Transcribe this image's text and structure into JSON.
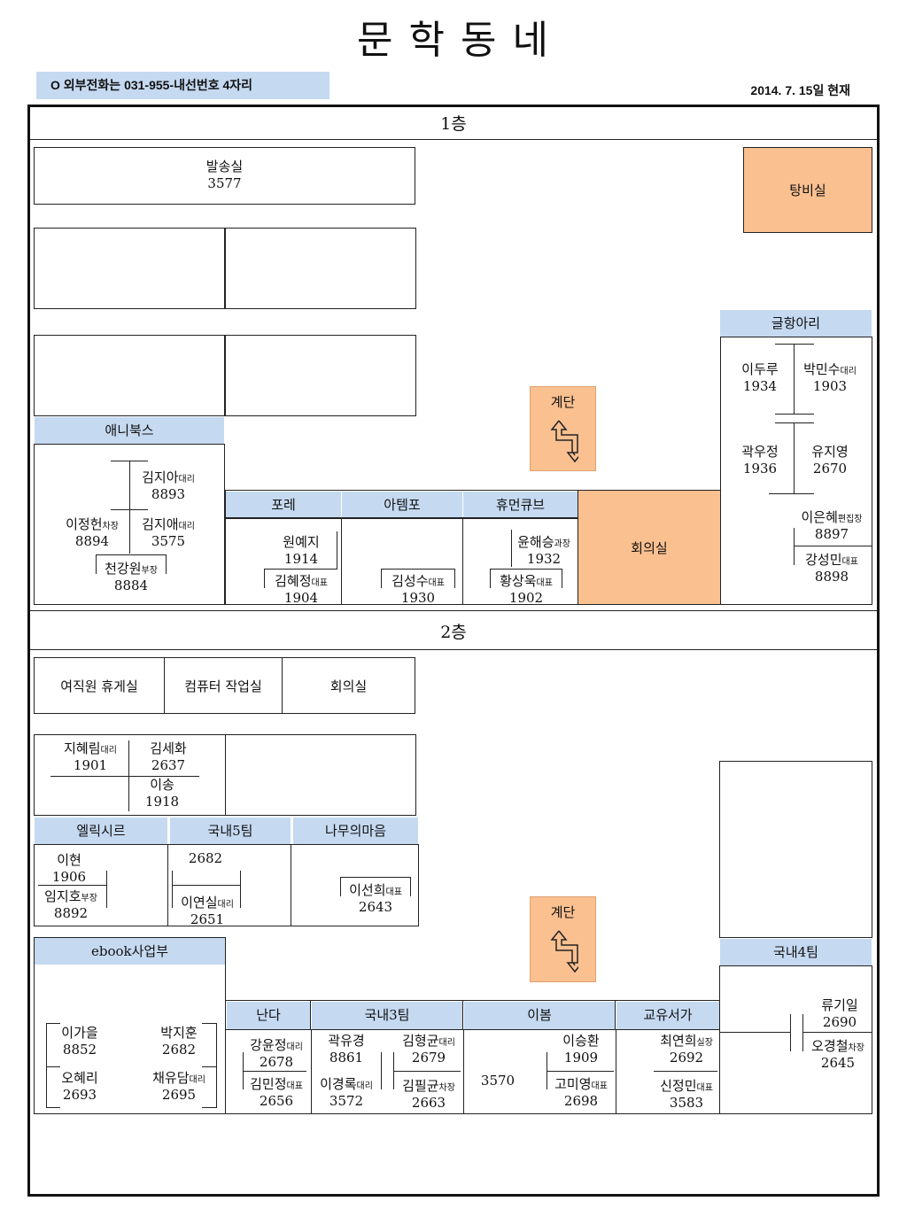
{
  "title": "문 학 동 네",
  "notice": "O 외부전화는 031-955-내선번호 4자리",
  "date": "2014. 7. 15일 현재",
  "floor1": {
    "label": "1층",
    "shipping": {
      "name": "발송실",
      "ext": "3577"
    },
    "lounge": "탕비실",
    "stairs": "계단",
    "meeting": "회의실",
    "geulhang": {
      "name": "글항아리",
      "p1": {
        "name": "이두루",
        "ext": "1934"
      },
      "p2": {
        "name": "박민수",
        "title": "대리",
        "ext": "1903"
      },
      "p3": {
        "name": "곽우정",
        "ext": "1936"
      },
      "p4": {
        "name": "유지영",
        "ext": "2670"
      },
      "p5": {
        "name": "이은혜",
        "title": "편집장",
        "ext": "8897"
      },
      "p6": {
        "name": "강성민",
        "title": "대표",
        "ext": "8898"
      }
    },
    "anibooks": {
      "name": "애니북스",
      "p1": {
        "name": "김지아",
        "title": "대리",
        "ext": "8893"
      },
      "p2": {
        "name": "이정헌",
        "title": "차장",
        "ext": "8894"
      },
      "p3": {
        "name": "김지애",
        "title": "대리",
        "ext": "3575"
      },
      "p4": {
        "name": "천강원",
        "title": "부장",
        "ext": "8884"
      }
    },
    "pore": {
      "name": "포레",
      "p1": {
        "name": "원예지",
        "ext": "1914"
      },
      "p2": {
        "name": "김혜정",
        "title": "대표",
        "ext": "1904"
      }
    },
    "atempo": {
      "name": "아템포",
      "p1": {
        "name": "김성수",
        "title": "대표",
        "ext": "1930"
      }
    },
    "humancube": {
      "name": "휴먼큐브",
      "p1": {
        "name": "윤해승",
        "title": "과장",
        "ext": "1932"
      },
      "p2": {
        "name": "황상욱",
        "title": "대표",
        "ext": "1902"
      }
    }
  },
  "floor2": {
    "label": "2층",
    "rest": "여직원 휴게실",
    "computer": "컴퓨터 작업실",
    "meeting": "회의실",
    "stairs": "계단",
    "topdesk": {
      "p1": {
        "name": "지혜림",
        "title": "대리",
        "ext": "1901"
      },
      "p2": {
        "name": "김세화",
        "ext": "2637"
      },
      "p3": {
        "name": "이송",
        "ext": "1918"
      }
    },
    "elixir": {
      "name": "엘릭시르",
      "p1": {
        "name": "이현",
        "ext": "1906"
      },
      "p2": {
        "name": "임지호",
        "title": "부장",
        "ext": "8892"
      }
    },
    "dom5": {
      "name": "국내5팀",
      "ext1": "2682",
      "p1": {
        "name": "이연실",
        "title": "대리",
        "ext": "2651"
      }
    },
    "tree": {
      "name": "나무의마음",
      "p1": {
        "name": "이선희",
        "title": "대표",
        "ext": "2643"
      }
    },
    "ebook": {
      "name": "ebook사업부",
      "p1": {
        "name": "이가을",
        "ext": "8852"
      },
      "p2": {
        "name": "박지훈",
        "ext": "2682"
      },
      "p3": {
        "name": "오혜리",
        "ext": "2693"
      },
      "p4": {
        "name": "채유담",
        "title": "대리",
        "ext": "2695"
      }
    },
    "nanda": {
      "name": "난다",
      "p1": {
        "name": "강윤정",
        "title": "대리",
        "ext": "2678"
      },
      "p2": {
        "name": "김민정",
        "title": "대표",
        "ext": "2656"
      }
    },
    "dom3": {
      "name": "국내3팀",
      "p1": {
        "name": "곽유경",
        "ext": "8861"
      },
      "p2": {
        "name": "김형균",
        "title": "대리",
        "ext": "2679"
      },
      "p3": {
        "name": "이경록",
        "title": "대리",
        "ext": "3572"
      },
      "p4": {
        "name": "김필균",
        "title": "차장",
        "ext": "2663"
      }
    },
    "ibom": {
      "name": "이봄",
      "ext1": "3570",
      "p1": {
        "name": "이승환",
        "ext": "1909"
      },
      "p2": {
        "name": "고미영",
        "title": "대표",
        "ext": "2698"
      }
    },
    "gyoyu": {
      "name": "교유서가",
      "p1": {
        "name": "최연희",
        "title": "실장",
        "ext": "2692"
      },
      "p2": {
        "name": "신정민",
        "title": "대표",
        "ext": "3583"
      }
    },
    "dom4": {
      "name": "국내4팀",
      "p1": {
        "name": "류기일",
        "ext": "2690"
      },
      "p2": {
        "name": "오경철",
        "title": "차장",
        "ext": "2645"
      }
    }
  }
}
